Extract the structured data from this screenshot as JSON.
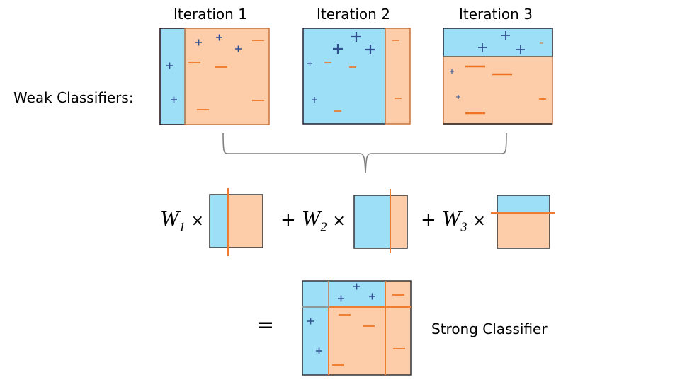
{
  "labels": {
    "weak_classifiers": "Weak Classifiers:",
    "strong_classifier": "Strong Classifier",
    "equals": "="
  },
  "iterations": [
    {
      "title": "Iteration 1",
      "split": "vertical",
      "positive_side": "left"
    },
    {
      "title": "Iteration 2",
      "split": "vertical",
      "positive_side": "left"
    },
    {
      "title": "Iteration 3",
      "split": "horizontal",
      "positive_side": "top"
    }
  ],
  "equation": {
    "terms": [
      {
        "weight": "W",
        "subscript": "1",
        "operator": "×",
        "prefix": ""
      },
      {
        "weight": "W",
        "subscript": "2",
        "operator": "×",
        "prefix": "+"
      },
      {
        "weight": "W",
        "subscript": "3",
        "operator": "×",
        "prefix": "+"
      }
    ]
  },
  "colors": {
    "positive_region": "#9ddff7",
    "negative_region": "#fdcdaa",
    "positive_mark": "#2f4f8f",
    "negative_mark": "#ee7422",
    "boundary": "#ee7d31",
    "border": "#333333",
    "brace": "#7f7f7f"
  }
}
